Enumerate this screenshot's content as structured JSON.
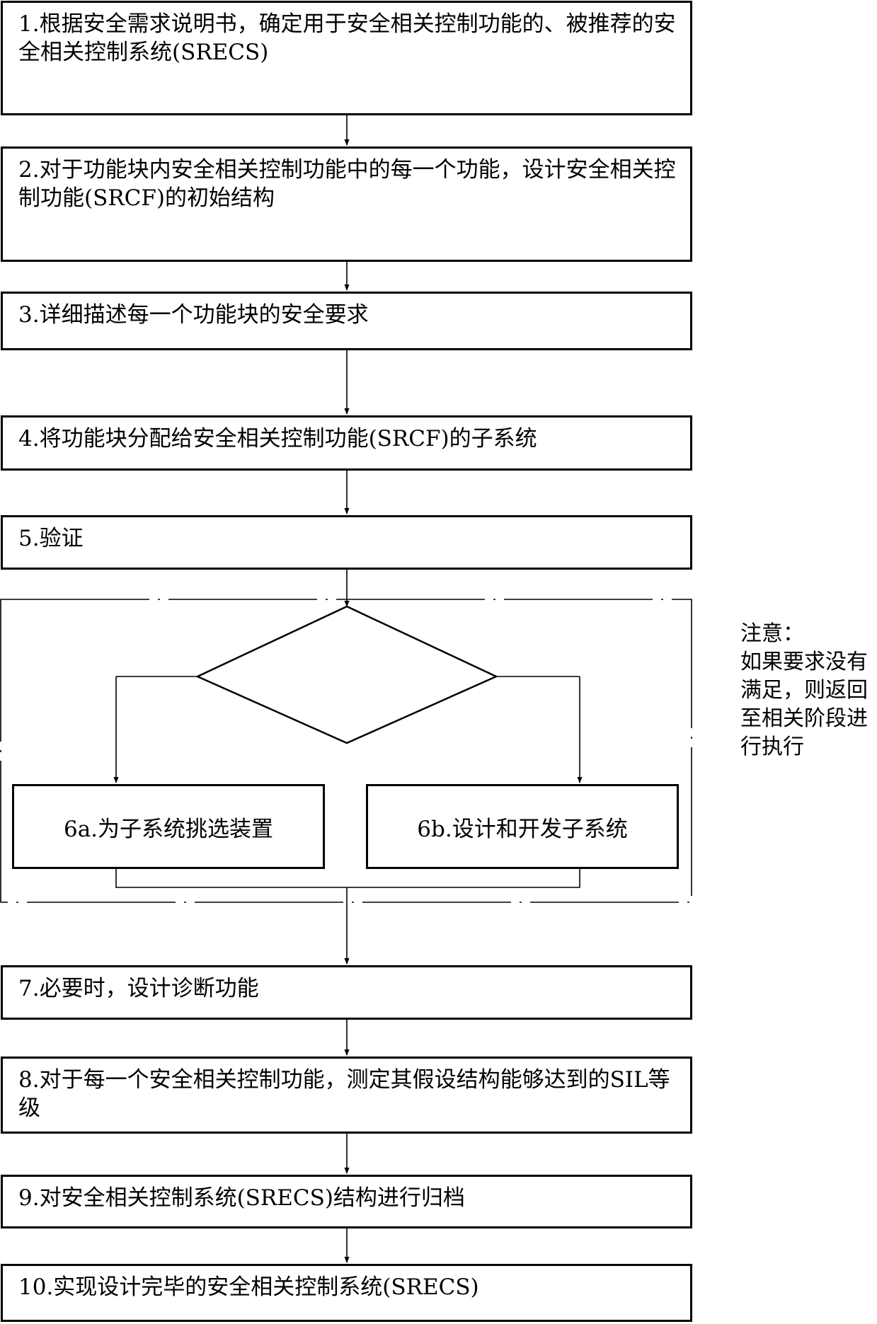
{
  "steps": {
    "s1": "1.根据安全需求说明书，确定用于安全相关控制功能的、被推荐的安全相关控制系统(SRECS)",
    "s2": "2.对于功能块内安全相关控制功能中的每一个功能，设计安全相关控制功能(SRCF)的初始结构",
    "s3": "3.详细描述每一个功能块的安全要求",
    "s4": "4.将功能块分配给安全相关控制功能(SRCF)的子系统",
    "s5": "5.验证",
    "s6a": "6a.为子系统挑选装置",
    "s6b": "6b.设计和开发子系统",
    "s7": "7.必要时，设计诊断功能",
    "s8": "8.对于每一个安全相关控制功能，测定其假设结构能够达到的SIL等级",
    "s9": "9.对安全相关控制系统(SRECS)结构进行归档",
    "s10": "10.实现设计完毕的安全相关控制系统(SRECS)"
  },
  "note": {
    "title": "注意：",
    "body": "如果要求没有满足，则返回至相关阶段进行执行"
  }
}
